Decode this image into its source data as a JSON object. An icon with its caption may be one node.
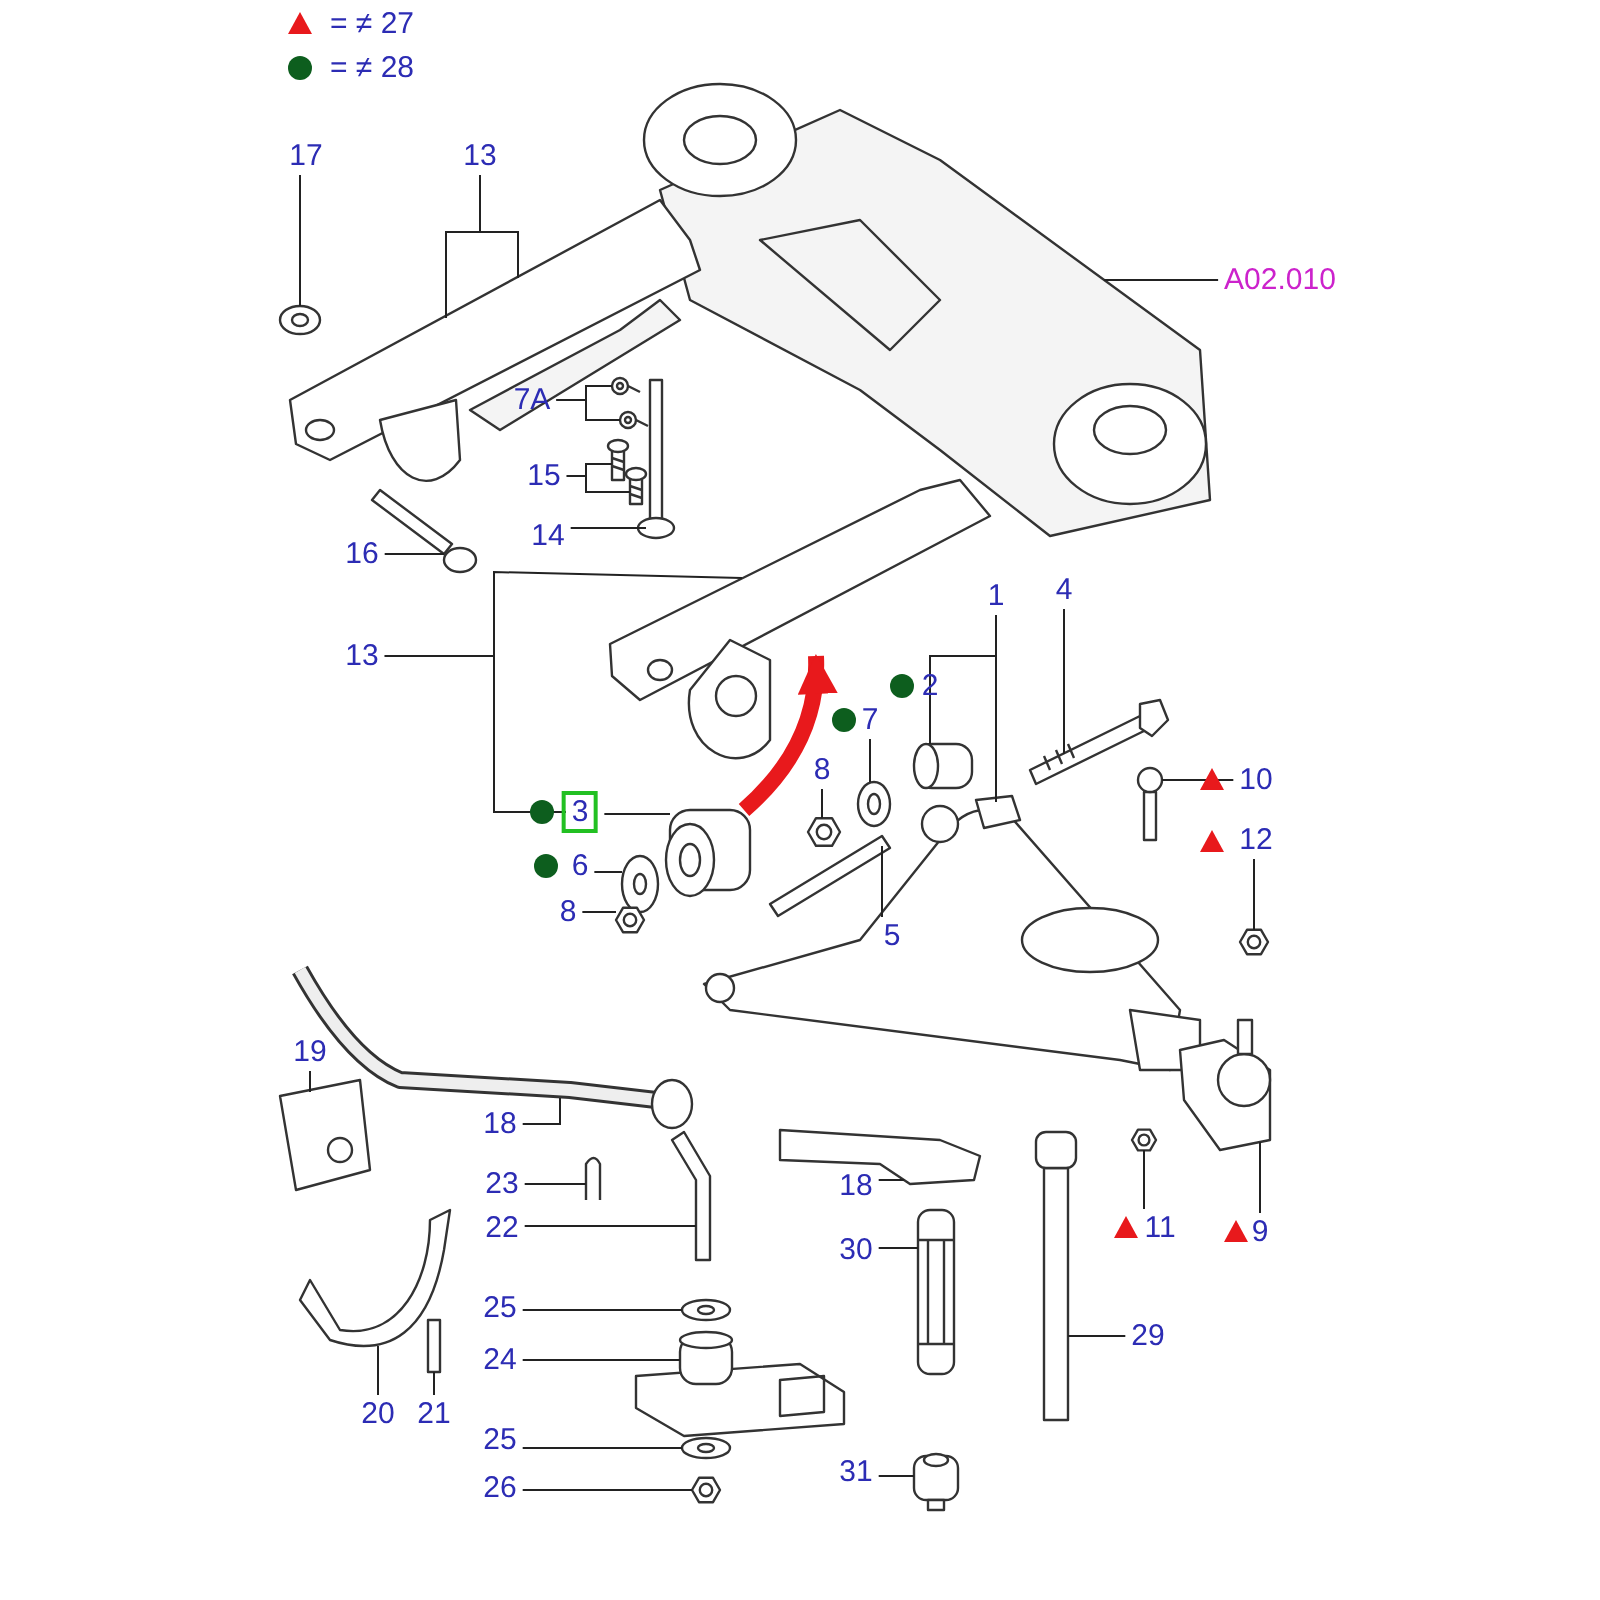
{
  "diagram": {
    "nodes": [
      {
        "text": [
          "17"
        ]
      },
      {
        "text": [
          "13"
        ]
      },
      {
        "text": [
          "A02.010"
        ]
      },
      {
        "text": [
          "7A"
        ]
      },
      {
        "text": [
          "15"
        ]
      },
      {
        "text": [
          "14"
        ]
      },
      {
        "text": [
          "16"
        ]
      },
      {
        "text": [
          "13"
        ]
      },
      {
        "text": [
          "1"
        ]
      },
      {
        "text": [
          "4"
        ]
      },
      {
        "text": [
          "2"
        ]
      },
      {
        "text": [
          "7"
        ]
      },
      {
        "text": [
          "8"
        ]
      },
      {
        "text": [
          "3"
        ]
      },
      {
        "text": [
          "6"
        ]
      },
      {
        "text": [
          "8"
        ]
      },
      {
        "text": [
          "5"
        ]
      },
      {
        "text": [
          "10"
        ]
      },
      {
        "text": [
          "12"
        ]
      },
      {
        "text": [
          "19"
        ]
      },
      {
        "text": [
          "18"
        ]
      },
      {
        "text": [
          "23"
        ]
      },
      {
        "text": [
          "22"
        ]
      },
      {
        "text": [
          "18"
        ]
      },
      {
        "text": [
          "30"
        ]
      },
      {
        "text": [
          "11"
        ]
      },
      {
        "text": [
          "9"
        ]
      },
      {
        "text": [
          "25"
        ]
      },
      {
        "text": [
          "24"
        ]
      },
      {
        "text": [
          "29"
        ]
      },
      {
        "text": [
          "20"
        ]
      },
      {
        "text": [
          "21"
        ]
      },
      {
        "text": [
          "25"
        ]
      },
      {
        "text": [
          "26"
        ]
      },
      {
        "text": [
          "31"
        ]
      },
      {
        "text": [],
        "shape": "picture"
      },
      {
        "text": [],
        "shape": "picture"
      },
      {
        "text": [],
        "shape": "picture"
      },
      {
        "text": [],
        "shape": "picture"
      },
      {
        "text": [],
        "shape": "picture"
      },
      {
        "text": [],
        "shape": "picture"
      },
      {
        "text": [],
        "shape": "picture"
      },
      {
        "text": [],
        "shape": "picture"
      },
      {
        "text": [],
        "shape": "picture"
      },
      {
        "text": [],
        "shape": "picture"
      },
      {
        "text": [],
        "shape": "picture"
      },
      {
        "text": [],
        "shape": "picture"
      },
      {
        "text": [],
        "shape": "picture"
      },
      {
        "text": [],
        "shape": "picture"
      },
      {
        "text": [],
        "shape": "picture"
      },
      {
        "text": [],
        "shape": "picture"
      },
      {
        "text": [],
        "shape": "picture"
      },
      {
        "text": [],
        "shape": "picture"
      },
      {
        "text": [],
        "shape": "picture"
      },
      {
        "text": [],
        "shape": "picture"
      },
      {
        "text": [],
        "shape": "picture"
      },
      {
        "text": [],
        "shape": "picture"
      },
      {
        "text": [],
        "shape": "picture"
      },
      {
        "text": [],
        "shape": "picture"
      },
      {
        "text": [],
        "shape": "picture"
      },
      {
        "text": [],
        "shape": "picture"
      },
      {
        "text": [],
        "shape": "picture"
      },
      {
        "text": [],
        "shape": "picture"
      },
      {
        "text": [],
        "shape": "picture"
      },
      {
        "text": [],
        "shape": "picture"
      },
      {
        "text": [],
        "shape": "picture"
      },
      {
        "text": [],
        "shape": "picture"
      },
      {
        "text": [],
        "shape": "picture"
      },
      {
        "text": [],
        "shape": "picture"
      },
      {
        "text": [],
        "shape": "picture"
      },
      {
        "text": [],
        "shape": "picture"
      },
      {
        "text": [],
        "shape": "picture"
      }
    ],
    "edges": [
      {
        "from": 0,
        "to": 37,
        "arrow": "none"
      },
      {
        "from": 1,
        "to": 36,
        "arrow": "none"
      },
      {
        "from": 1,
        "to": 36,
        "arrow": "none"
      },
      {
        "from": 2,
        "to": 35,
        "arrow": "none"
      },
      {
        "from": 3,
        "to": 38,
        "arrow": "none"
      },
      {
        "from": 3,
        "to": 39,
        "arrow": "none"
      },
      {
        "from": 4,
        "to": 40,
        "arrow": "none"
      },
      {
        "from": 4,
        "to": 41,
        "arrow": "none"
      },
      {
        "from": 5,
        "to": 42,
        "arrow": "none"
      },
      {
        "from": 6,
        "to": 43,
        "arrow": "none"
      },
      {
        "from": 7,
        "to": 44,
        "arrow": "none"
      },
      {
        "from": 7,
        "to": 13,
        "arrow": "none"
      },
      {
        "from": 8,
        "to": 45,
        "arrow": "none"
      },
      {
        "from": 8,
        "to": 46,
        "arrow": "none"
      },
      {
        "from": 9,
        "to": 47,
        "arrow": "none"
      },
      {
        "from": 10,
        "to": 46,
        "arrow": "none"
      },
      {
        "from": 11,
        "to": 48,
        "arrow": "none"
      },
      {
        "from": 12,
        "to": 49,
        "arrow": "none"
      },
      {
        "from": 13,
        "to": 50,
        "arrow": "none"
      },
      {
        "from": 14,
        "to": 51,
        "arrow": "none"
      },
      {
        "from": 15,
        "to": 52,
        "arrow": "none"
      },
      {
        "from": 16,
        "to": 53,
        "arrow": "none"
      },
      {
        "from": 17,
        "to": 54,
        "arrow": "none"
      },
      {
        "from": 18,
        "to": 55,
        "arrow": "none"
      },
      {
        "from": 19,
        "to": 56,
        "arrow": "none"
      },
      {
        "from": 20,
        "to": 57,
        "arrow": "none"
      },
      {
        "from": 21,
        "to": 58,
        "arrow": "none"
      },
      {
        "from": 22,
        "to": 59,
        "arrow": "none"
      },
      {
        "from": 23,
        "to": 60,
        "arrow": "none"
      },
      {
        "from": 24,
        "to": 61,
        "arrow": "none"
      },
      {
        "from": 25,
        "to": 62,
        "arrow": "none"
      },
      {
        "from": 26,
        "to": 63,
        "arrow": "none"
      },
      {
        "from": 27,
        "to": 64,
        "arrow": "none"
      },
      {
        "from": 28,
        "to": 65,
        "arrow": "none"
      },
      {
        "from": 29,
        "to": 66,
        "arrow": "none"
      },
      {
        "from": 30,
        "to": 67,
        "arrow": "none"
      },
      {
        "from": 31,
        "to": 68,
        "arrow": "none"
      },
      {
        "from": 32,
        "to": 69,
        "arrow": "none"
      },
      {
        "from": 33,
        "to": 70,
        "arrow": "none"
      },
      {
        "from": 34,
        "to": 71,
        "arrow": "none"
      },
      {
        "from": 50,
        "to": 44,
        "arrow": "to",
        "style": "thick",
        "color": "#e8191c"
      }
    ],
    "legend": [
      {
        "text": "= ≠ 27"
      },
      {
        "text": "= ≠ 28"
      }
    ]
  }
}
